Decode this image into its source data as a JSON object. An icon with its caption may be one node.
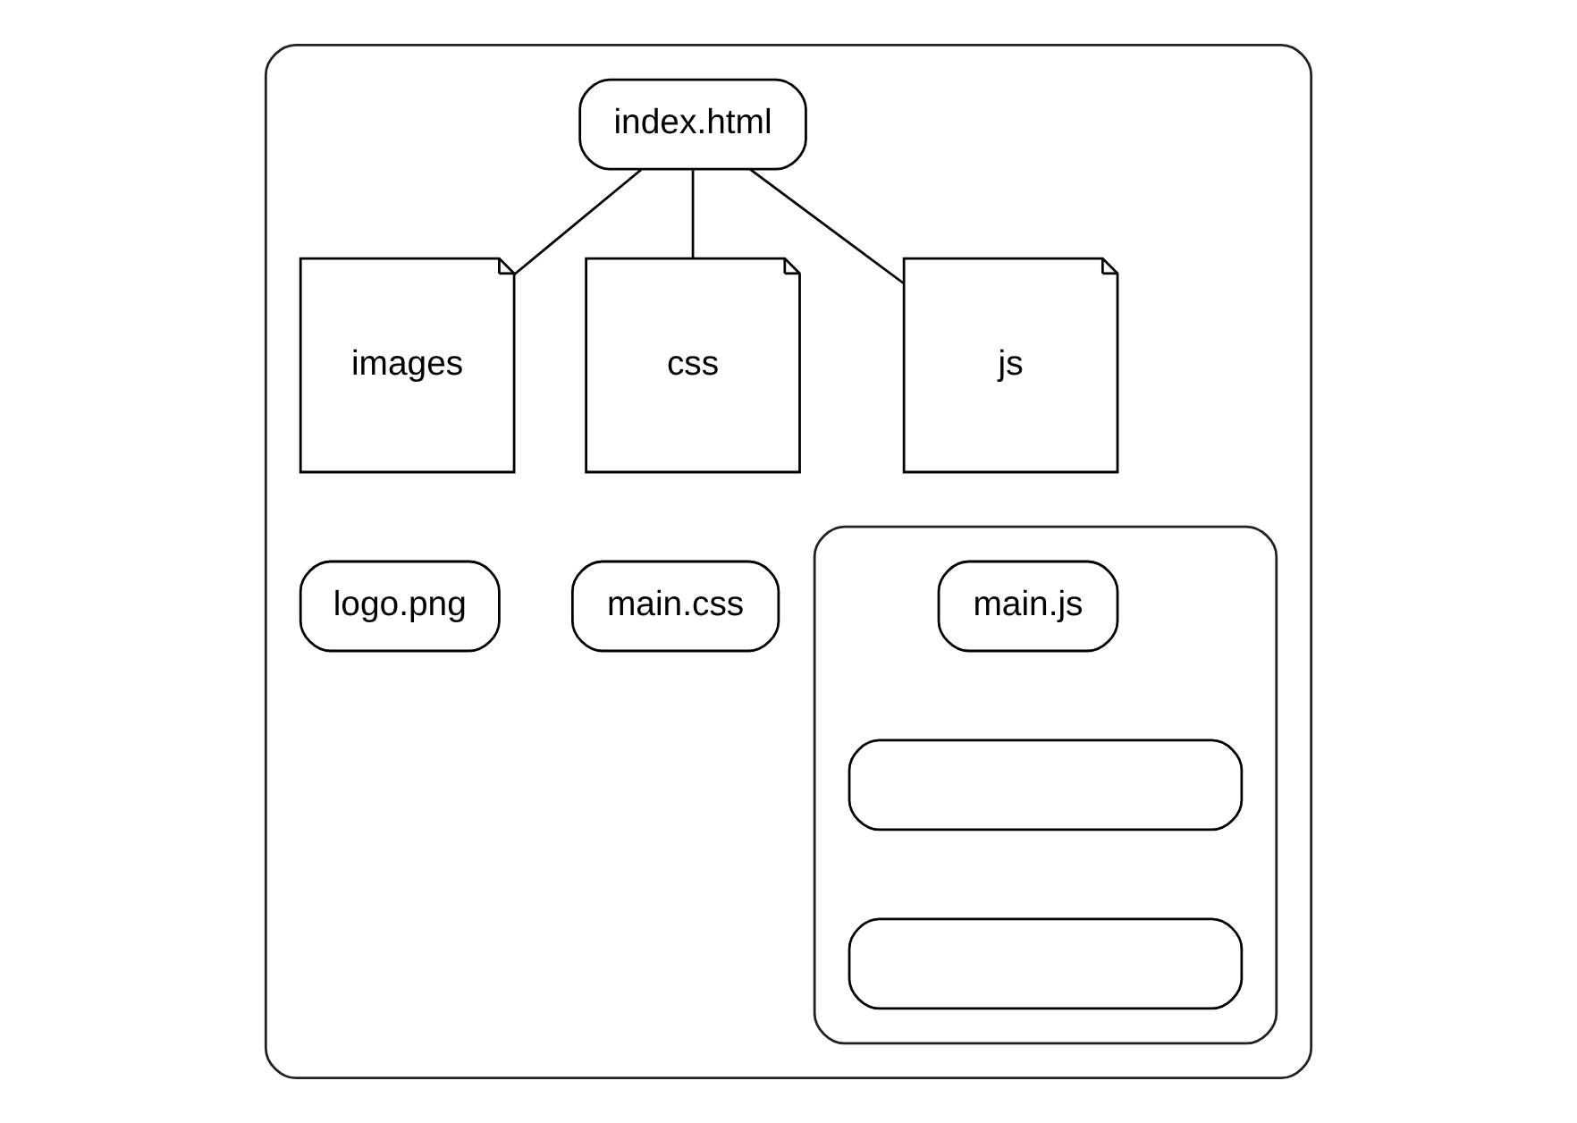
{
  "diagram": {
    "nodes": [
      {
        "text": [],
        "shape": "box"
      },
      {
        "text": [
          "index.html"
        ],
        "in": 0
      },
      {
        "text": [
          "images"
        ],
        "in": 0
      },
      {
        "text": [
          "logo.png"
        ],
        "in": 0
      },
      {
        "text": [
          "css"
        ],
        "in": 0
      },
      {
        "text": [
          "main.css"
        ],
        "in": 0
      },
      {
        "text": [
          "js"
        ],
        "in": 0
      },
      {
        "text": [],
        "shape": "box",
        "in": 0
      },
      {
        "text": [
          "main.js"
        ],
        "in": 7
      },
      {
        "text": [],
        "shape": "box",
        "in": 7
      },
      {
        "text": [],
        "shape": "box",
        "in": 7
      }
    ],
    "edges": [
      {
        "from": 1,
        "to": 2,
        "arrow": "none"
      },
      {
        "from": 1,
        "to": 4,
        "arrow": "none"
      },
      {
        "from": 1,
        "to": 6,
        "arrow": "none"
      }
    ]
  }
}
